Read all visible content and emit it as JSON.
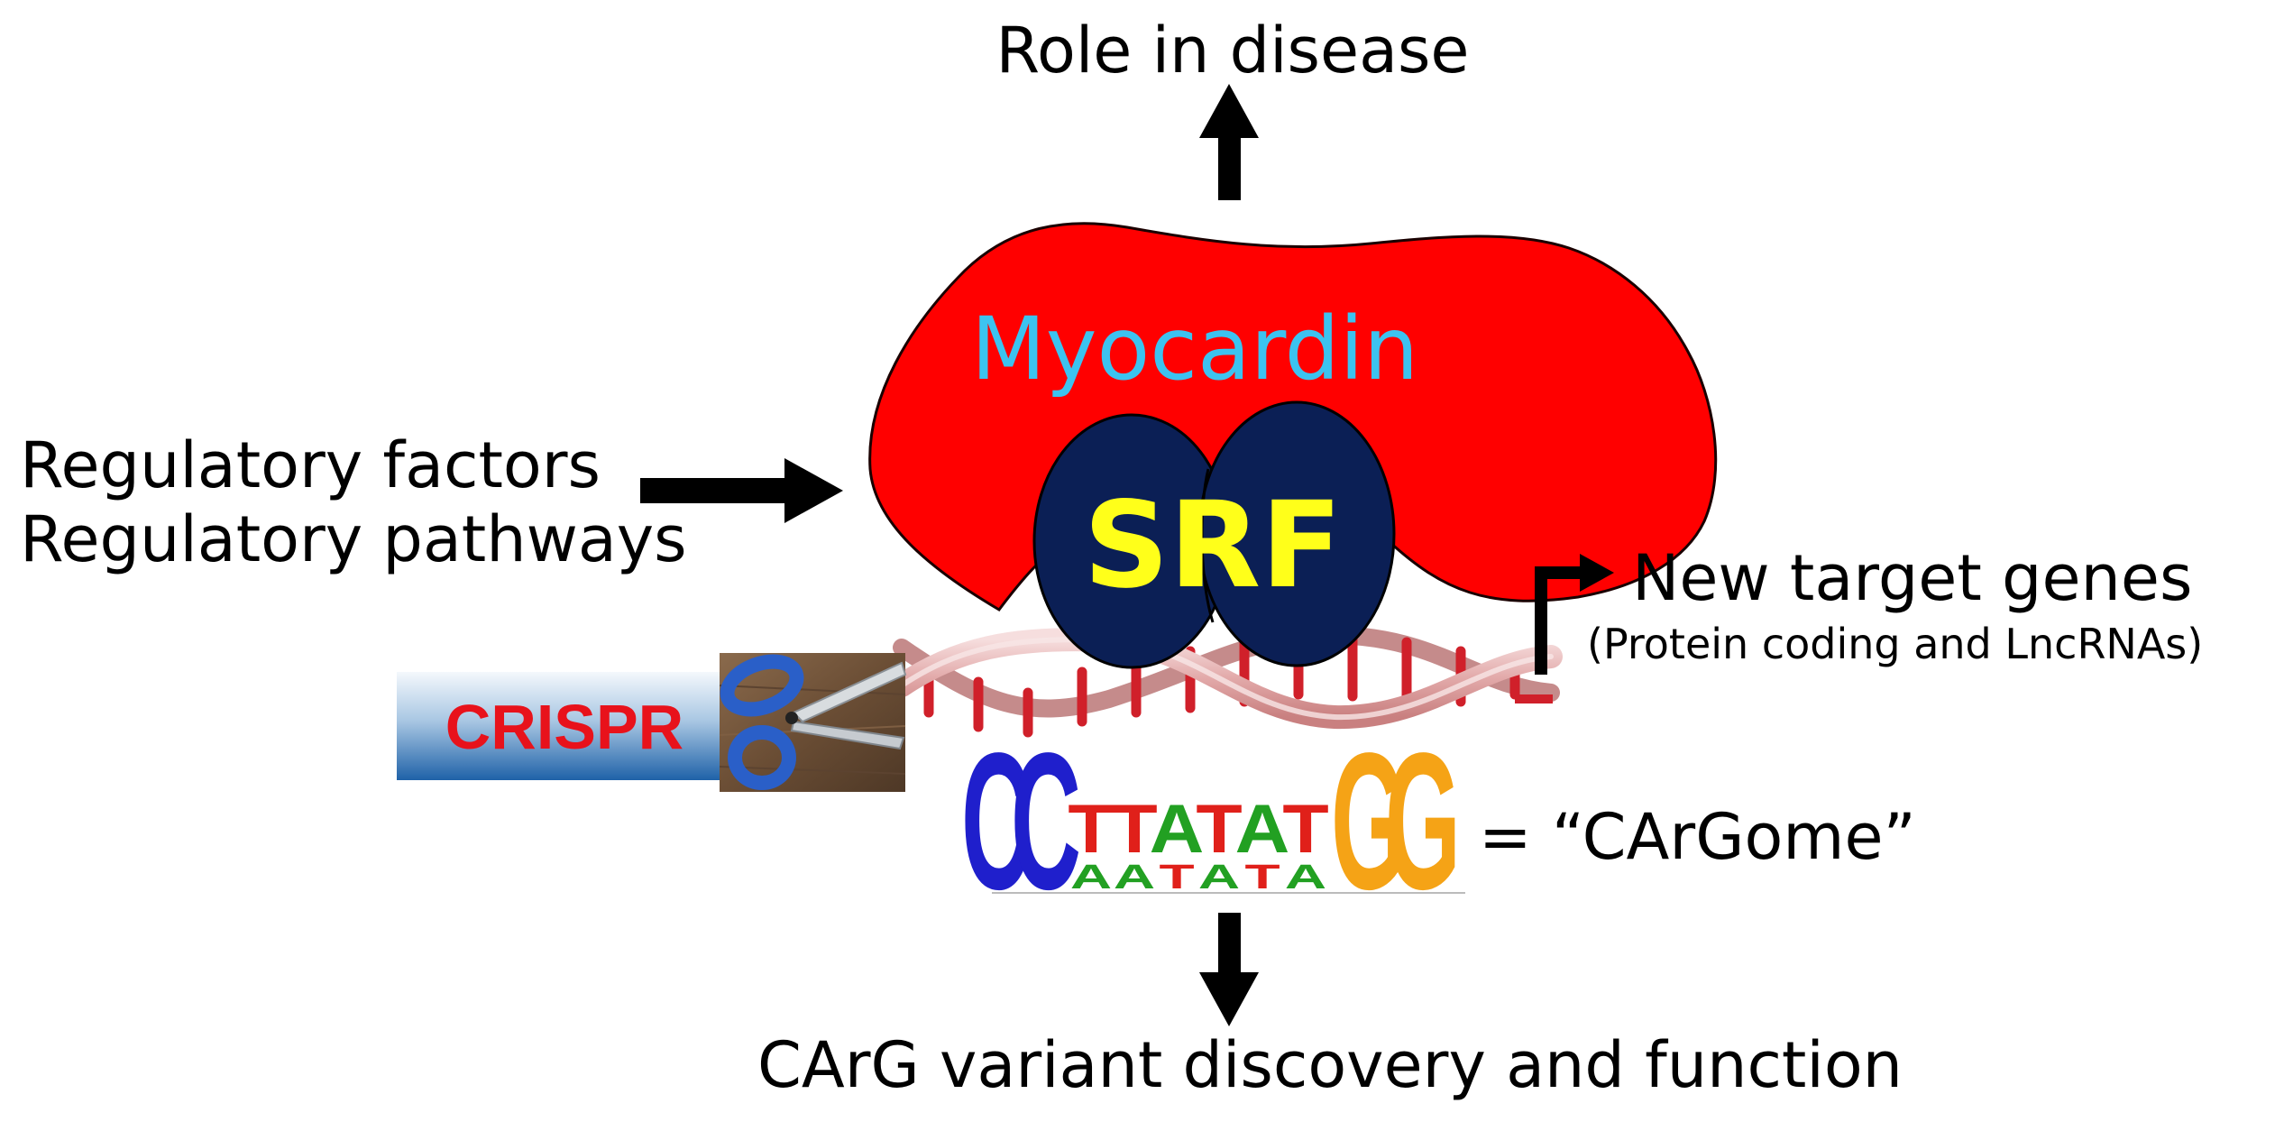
{
  "labels": {
    "top": "Role in disease",
    "left_line1": "Regulatory factors",
    "left_line2": "Regulatory pathways",
    "right_main": "New target genes",
    "right_sub": "(Protein coding and LncRNAs)",
    "bottom": "CArG variant discovery and function",
    "cargome": "= “CArGome”"
  },
  "proteins": {
    "myocardin": "Myocardin",
    "srf": "SRF"
  },
  "tool": {
    "crispr": "CRISPR"
  },
  "motif_letters": [
    {
      "letter": "C",
      "color": "#1f1fcc"
    },
    {
      "letter": "C",
      "color": "#1f1fcc"
    },
    {
      "letter": "T",
      "color": "#e0201a"
    },
    {
      "letter": "T",
      "color": "#e0201a"
    },
    {
      "letter": "A",
      "color": "#22a022"
    },
    {
      "letter": "T",
      "color": "#e0201a"
    },
    {
      "letter": "A",
      "color": "#22a022"
    },
    {
      "letter": "T",
      "color": "#e0201a"
    },
    {
      "letter": "G",
      "color": "#f5a316"
    },
    {
      "letter": "G",
      "color": "#f5a316"
    }
  ],
  "colors": {
    "myocardin_fill": "#ff0000",
    "myocardin_text": "#3cc3f0",
    "srf_fill": "#0b1f55",
    "srf_text": "#ffff1a",
    "sub_label_green": "#1aa04c",
    "crispr_text": "#e8121b",
    "dna_strand": "#e6b4b4",
    "dna_rung": "#d0202a"
  },
  "icons": {
    "scissors": "scissors-icon"
  }
}
